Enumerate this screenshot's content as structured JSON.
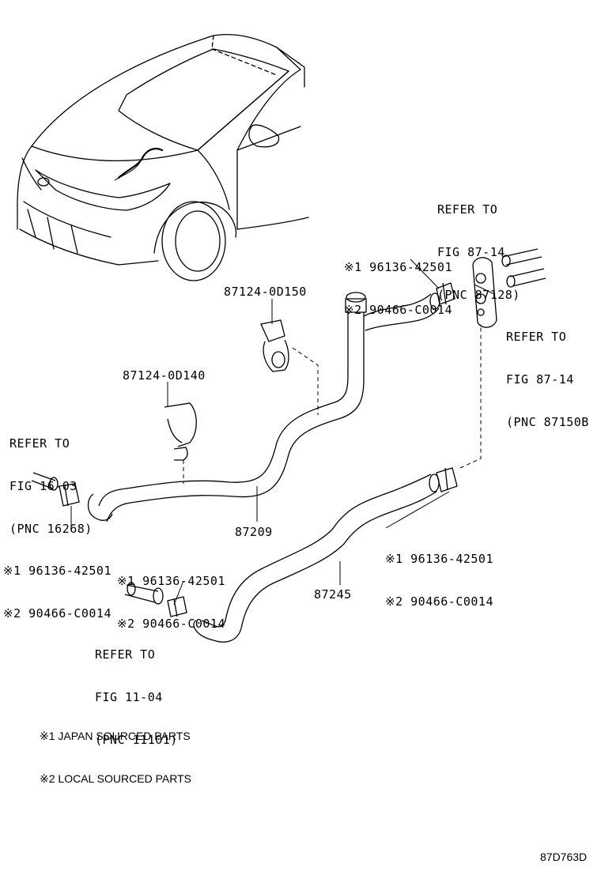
{
  "refs": {
    "fig8714_top": [
      "REFER TO",
      "FIG 87-14",
      "(PNC 87128)"
    ],
    "fig8714_right": [
      "REFER TO",
      "FIG 87-14",
      "(PNC 87150B"
    ],
    "fig1603": [
      "REFER TO",
      "FIG 16-03",
      "(PNC 16268)"
    ],
    "fig1104": [
      "REFER TO",
      "FIG 11-04",
      "(PNC 11101)"
    ]
  },
  "clips": {
    "top": [
      "※1 96136-42501",
      "※2 90466-C0014"
    ],
    "right": [
      "※1 96136-42501",
      "※2 90466-C0014"
    ],
    "left": [
      "※1 96136-42501",
      "※2 90466-C0014"
    ],
    "middle": [
      "※1 96136-42501",
      "※2 90466-C0014"
    ]
  },
  "parts": {
    "clamp_upper": "87124-0D150",
    "clamp_lower": "87124-0D140",
    "hose_upper": "87209",
    "hose_lower": "87245"
  },
  "legend": [
    "※1 JAPAN SOURCED PARTS",
    "※2 LOCAL SOURCED PARTS"
  ],
  "diagram_code": "87D763D"
}
